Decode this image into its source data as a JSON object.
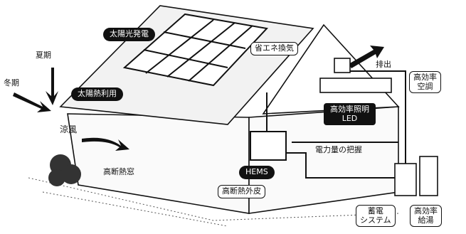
{
  "labels": {
    "solar": "太陽光発電",
    "solar_heat": "太陽熱利用",
    "summer": "夏期",
    "winter": "冬期",
    "cool_wind": "涼風",
    "ventilation": "省エネ換気",
    "exhaust": "排出",
    "aircon": "高効率\n空調",
    "lighting": "高効率照明\nLED",
    "power_grasp": "電力量の把握",
    "window": "高断熱窓",
    "hems": "HEMS",
    "wall": "高断熱外皮",
    "storage": "蓄電\nシステム",
    "water_heater": "高効率\n給湯"
  },
  "colors": {
    "ink": "#111111",
    "paper": "#ffffff",
    "roof_fill": "#f2f2f2"
  }
}
